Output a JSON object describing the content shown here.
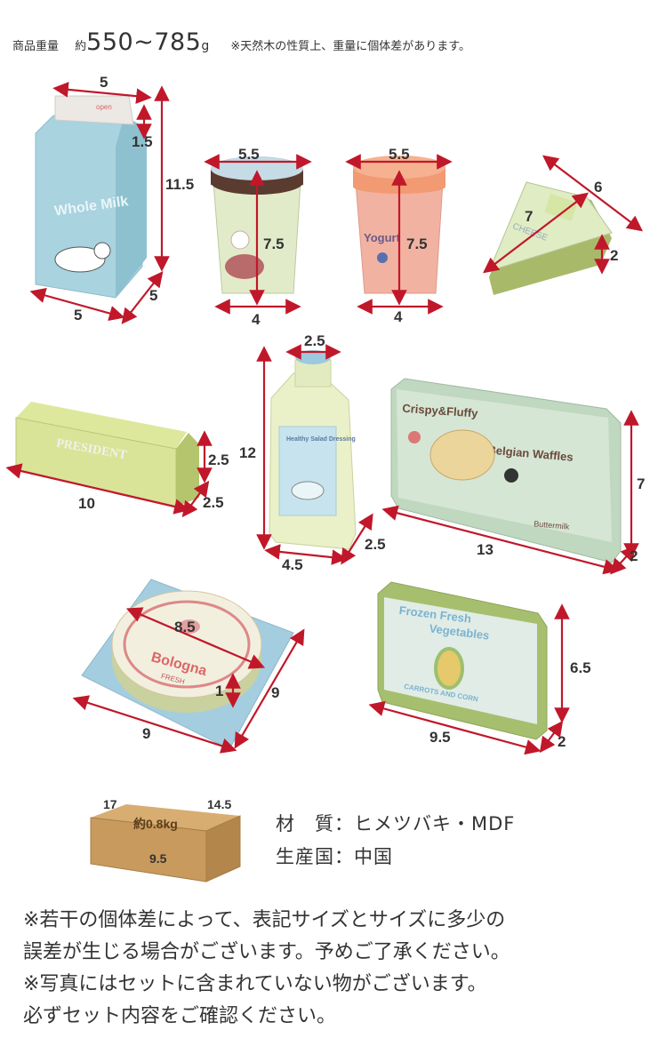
{
  "header": {
    "weight_label": "商品重量",
    "weight_prefix": "約",
    "weight_value": "550~785",
    "weight_unit": "g",
    "note": "※天然木の性質上、重量に個体差があります。"
  },
  "items": {
    "milk": {
      "text": "Whole Milk",
      "top_text": "open",
      "dims": [
        "5",
        "1.5",
        "11.5",
        "5",
        "5"
      ]
    },
    "cup1": {
      "dims": [
        "5.5",
        "7.5",
        "4"
      ]
    },
    "cup2": {
      "text": "Yogurt",
      "dims": [
        "5.5",
        "7.5",
        "4"
      ]
    },
    "cheese": {
      "text": "CHEESE",
      "dims": [
        "6",
        "7",
        "2"
      ]
    },
    "butter": {
      "text": "PRESIDENT",
      "dims": [
        "2.5",
        "10",
        "2.5"
      ]
    },
    "dressing": {
      "text": "Healthy Salad Dressing",
      "dims": [
        "2.5",
        "12",
        "4.5",
        "2.5"
      ]
    },
    "waffles": {
      "text1": "Crispy&Fluffy",
      "text2": "Belgian Waffles",
      "text3": "Buttermilk",
      "dims": [
        "7",
        "13",
        "2"
      ]
    },
    "bologna": {
      "text1": "Bologna",
      "text2": "FRESH",
      "dims": [
        "8.5",
        "1",
        "9",
        "9"
      ]
    },
    "veg": {
      "text1": "Frozen Fresh",
      "text2": "Vegetables",
      "text3": "CARROTS AND CORN",
      "dims": [
        "6.5",
        "9.5",
        "2"
      ]
    }
  },
  "box": {
    "dims": [
      "17",
      "14.5",
      "9.5"
    ],
    "weight": "約0.8kg"
  },
  "specs": [
    {
      "label": "材　質",
      "value": "ヒメツバキ・MDF"
    },
    {
      "label": "生産国",
      "value": "中国"
    }
  ],
  "notes": [
    "※若干の個体差によって、表記サイズとサイズに多少の",
    "誤差が生じる場合がございます。予めご了承ください。",
    "※写真にはセットに含まれていない物がございます。",
    "必ずセット内容をご確認ください。"
  ],
  "colors": {
    "dim_arrow": "#c0182a",
    "milk": "#a8d3df",
    "green": "#c8d88a",
    "box": "#c89a5e"
  }
}
